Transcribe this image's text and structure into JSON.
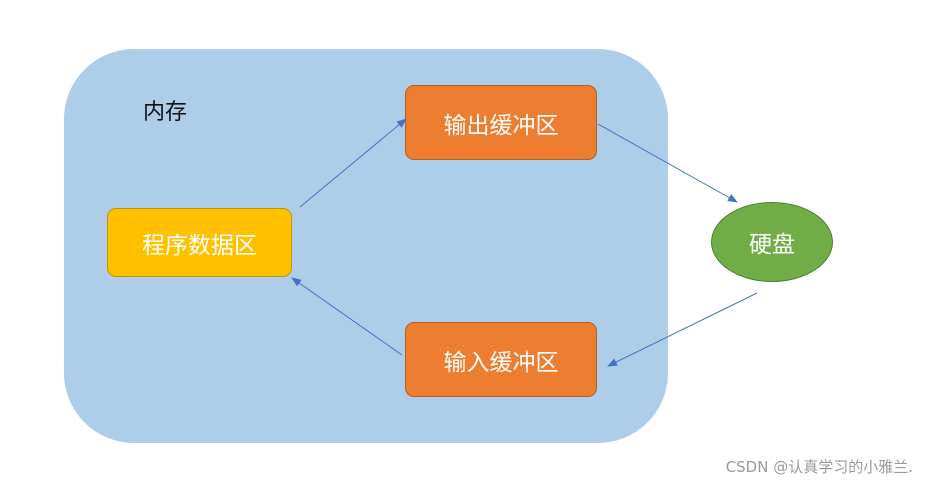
{
  "memory": {
    "label": "内存"
  },
  "program_data": {
    "label": "程序数据区"
  },
  "output_buffer": {
    "label": "输出缓冲区"
  },
  "input_buffer": {
    "label": "输入缓冲区"
  },
  "disk": {
    "label": "硬盘"
  },
  "watermark": {
    "text": "CSDN @认真学习的小雅兰."
  },
  "colors": {
    "memory_fill": "#aecde9",
    "program_fill": "#ffc000",
    "buffer_fill": "#ed7d31",
    "disk_fill": "#70ad47",
    "arrow": "#4472c4"
  }
}
